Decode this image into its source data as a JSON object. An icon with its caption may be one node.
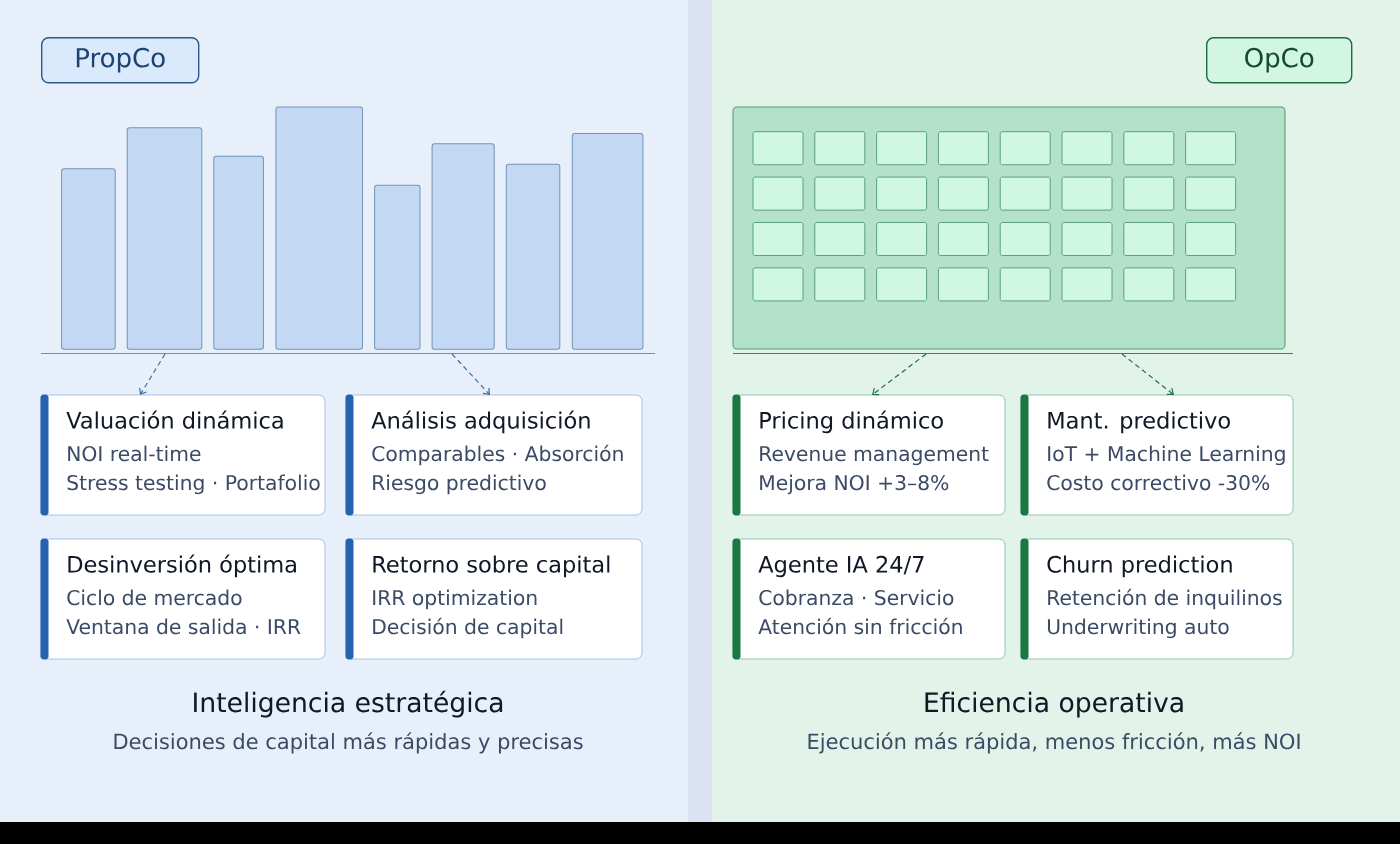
{
  "diagram": {
    "nodes": [
      {
        "text": [
          "Inteligencia estratégica",
          "Decisiones de capital más rápidas y precisas"
        ]
      },
      {
        "text": [
          "PropCo"
        ],
        "in": 0
      },
      {
        "text": [],
        "shape": "chart",
        "in": 0
      },
      {
        "text": [
          "Valuación dinámica",
          "NOI real-time",
          "Stress testing · Portafolio"
        ],
        "in": 0
      },
      {
        "text": [
          "Análisis adquisición",
          "Comparables · Absorción",
          "Riesgo predictivo"
        ],
        "in": 0
      },
      {
        "text": [
          "Desinversión óptima",
          "Ciclo de mercado",
          "Ventana de salida · IRR"
        ],
        "in": 0
      },
      {
        "text": [
          "Retorno sobre capital",
          "IRR optimization",
          "Decisión de capital"
        ],
        "in": 0
      },
      {
        "text": [
          "Eficiencia operativa",
          "Ejecución más rápida, menos fricción, más NOI"
        ]
      },
      {
        "text": [
          "OpCo"
        ],
        "in": 7
      },
      {
        "text": [],
        "shape": "grid",
        "in": 7
      },
      {
        "text": [
          "Pricing dinámico",
          "Revenue management",
          "Mejora NOI +3–8%"
        ],
        "in": 7
      },
      {
        "text": [
          "Mant. predictivo",
          "IoT + Machine Learning",
          "Costo correctivo -30%"
        ],
        "in": 7
      },
      {
        "text": [
          "Agente IA 24/7",
          "Cobranza · Servicio",
          "Atención sin fricción"
        ],
        "in": 7
      },
      {
        "text": [
          "Churn prediction",
          "Retención de inquilinos",
          "Underwriting auto"
        ],
        "in": 7
      },
      {
        "text": [],
        "shape": "bar"
      },
      {
        "text": [],
        "shape": "bar"
      }
    ],
    "edges": [
      {
        "from": 2,
        "to": 3,
        "arrow": "to",
        "style": "dashed",
        "color": "#3b6ea0"
      },
      {
        "from": 2,
        "to": 4,
        "arrow": "to",
        "style": "dashed",
        "color": "#3b6ea0"
      },
      {
        "from": 9,
        "to": 10,
        "arrow": "to",
        "style": "dashed",
        "color": "#1f6f47"
      },
      {
        "from": 9,
        "to": 11,
        "arrow": "to",
        "style": "dashed",
        "color": "#1f6f47"
      }
    ]
  }
}
